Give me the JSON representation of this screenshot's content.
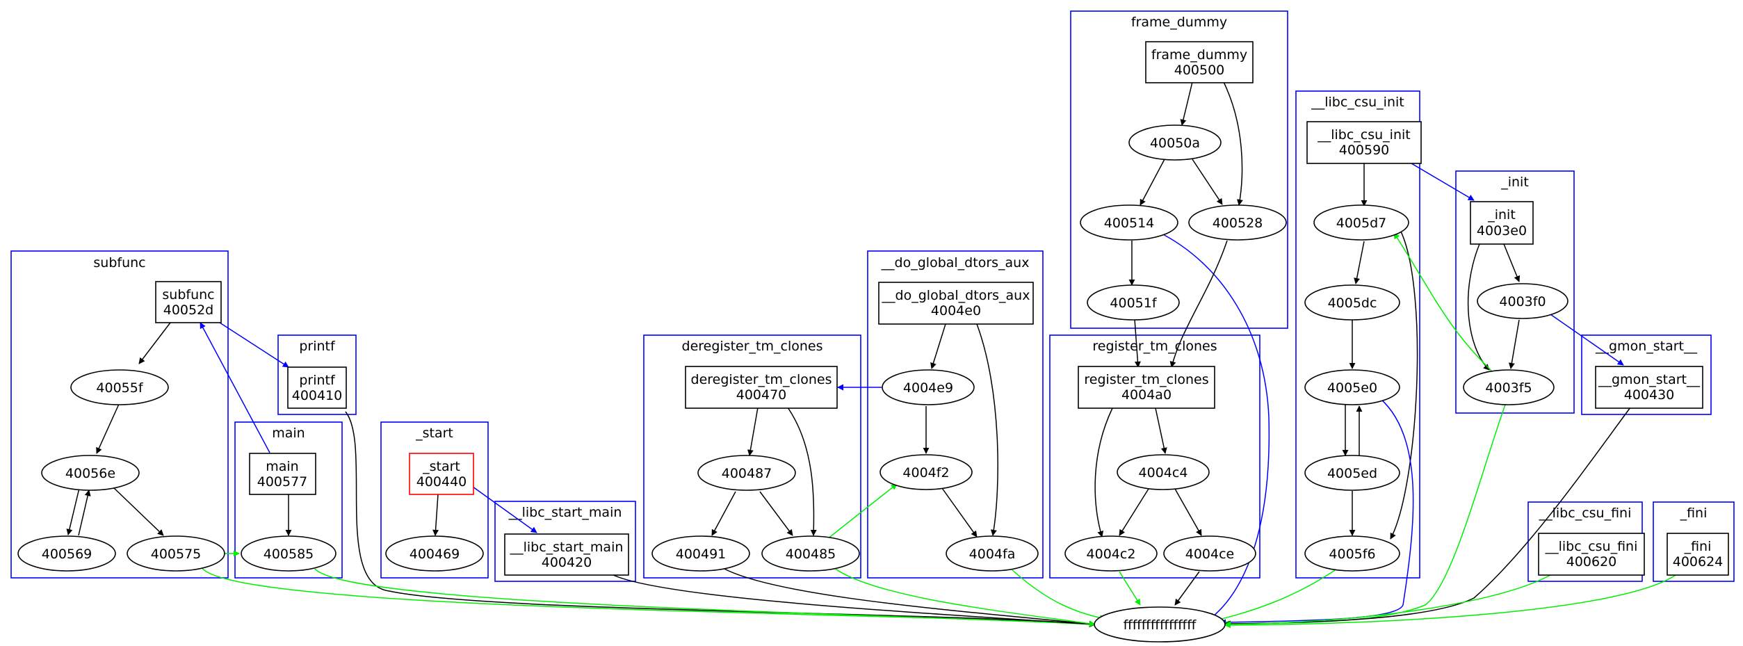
{
  "colors": {
    "cluster": "#0000ff",
    "edge_black": "#000000",
    "edge_blue": "#0000ff",
    "edge_green": "#00ee00",
    "entry_node": "#ff0000"
  },
  "clusters": {
    "subfunc": "subfunc",
    "printf": "printf",
    "main": "main",
    "start": "_start",
    "libc_start_main": "__libc_start_main",
    "deregister_tm_clones": "deregister_tm_clones",
    "do_global_dtors_aux": "__do_global_dtors_aux",
    "frame_dummy": "frame_dummy",
    "register_tm_clones": "register_tm_clones",
    "libc_csu_init": "__libc_csu_init",
    "init": "_init",
    "gmon_start": "__gmon_start__",
    "libc_csu_fini": "__libc_csu_fini",
    "fini": "_fini"
  },
  "nodes": {
    "subfunc": [
      "subfunc",
      "40052d"
    ],
    "n40055f": "40055f",
    "n40056e": "40056e",
    "n400569": "400569",
    "n400575": "400575",
    "printf": [
      "printf",
      "400410"
    ],
    "main": [
      "main",
      "400577"
    ],
    "n400585": "400585",
    "start": [
      "_start",
      "400440"
    ],
    "n400469": "400469",
    "libc_start_main": [
      "__libc_start_main",
      "400420"
    ],
    "deregister": [
      "deregister_tm_clones",
      "400470"
    ],
    "n400487": "400487",
    "n400491": "400491",
    "n400485": "400485",
    "dtors": [
      "__do_global_dtors_aux",
      "4004e0"
    ],
    "n4004e9": "4004e9",
    "n4004f2": "4004f2",
    "n4004fa": "4004fa",
    "frame_dummy": [
      "frame_dummy",
      "400500"
    ],
    "n40050a": "40050a",
    "n400514": "400514",
    "n400528": "400528",
    "n40051f": "40051f",
    "register": [
      "register_tm_clones",
      "4004a0"
    ],
    "n4004c4": "4004c4",
    "n4004c2": "4004c2",
    "n4004ce": "4004ce",
    "csu_init": [
      "__libc_csu_init",
      "400590"
    ],
    "n4005d7": "4005d7",
    "n4005dc": "4005dc",
    "n4005e0": "4005e0",
    "n4005ed": "4005ed",
    "n4005f6": "4005f6",
    "init": [
      "_init",
      "4003e0"
    ],
    "n4003f0": "4003f0",
    "n4003f5": "4003f5",
    "gmon": [
      "__gmon_start__",
      "400430"
    ],
    "csu_fini": [
      "__libc_csu_fini",
      "400620"
    ],
    "fini": [
      "_fini",
      "400624"
    ],
    "sink": "ffffffffffffffff"
  },
  "edges": [
    {
      "from": "subfunc",
      "to": "n40055f",
      "color": "black"
    },
    {
      "from": "subfunc",
      "to": "printf",
      "color": "blue"
    },
    {
      "from": "n40055f",
      "to": "n40056e",
      "color": "black"
    },
    {
      "from": "n40056e",
      "to": "n400569",
      "color": "black"
    },
    {
      "from": "n400569",
      "to": "n40056e",
      "color": "black"
    },
    {
      "from": "n40056e",
      "to": "n400575",
      "color": "black"
    },
    {
      "from": "n400575",
      "to": "n400585",
      "color": "green"
    },
    {
      "from": "n400575",
      "to": "sink",
      "color": "green"
    },
    {
      "from": "printf",
      "to": "sink",
      "color": "black"
    },
    {
      "from": "main",
      "to": "n400585",
      "color": "black"
    },
    {
      "from": "main",
      "to": "subfunc",
      "color": "blue"
    },
    {
      "from": "n400585",
      "to": "sink",
      "color": "green"
    },
    {
      "from": "start",
      "to": "n400469",
      "color": "black"
    },
    {
      "from": "start",
      "to": "libc_start_main",
      "color": "blue"
    },
    {
      "from": "libc_start_main",
      "to": "sink",
      "color": "black"
    },
    {
      "from": "deregister",
      "to": "n400487",
      "color": "black"
    },
    {
      "from": "deregister",
      "to": "n400485",
      "color": "black"
    },
    {
      "from": "n400487",
      "to": "n400491",
      "color": "black"
    },
    {
      "from": "n400487",
      "to": "n400485",
      "color": "black"
    },
    {
      "from": "n400491",
      "to": "sink",
      "color": "black"
    },
    {
      "from": "n400485",
      "to": "n4004f2",
      "color": "green"
    },
    {
      "from": "n400485",
      "to": "sink",
      "color": "green"
    },
    {
      "from": "dtors",
      "to": "n4004e9",
      "color": "black"
    },
    {
      "from": "dtors",
      "to": "n4004fa",
      "color": "black"
    },
    {
      "from": "n4004e9",
      "to": "n4004f2",
      "color": "black"
    },
    {
      "from": "n4004e9",
      "to": "deregister",
      "color": "blue"
    },
    {
      "from": "n4004f2",
      "to": "n4004fa",
      "color": "black"
    },
    {
      "from": "n4004fa",
      "to": "sink",
      "color": "green"
    },
    {
      "from": "frame_dummy",
      "to": "n40050a",
      "color": "black"
    },
    {
      "from": "frame_dummy",
      "to": "n400528",
      "color": "black"
    },
    {
      "from": "n40050a",
      "to": "n400514",
      "color": "black"
    },
    {
      "from": "n40050a",
      "to": "n400528",
      "color": "black"
    },
    {
      "from": "n400514",
      "to": "n40051f",
      "color": "black"
    },
    {
      "from": "n400514",
      "to": "sink",
      "color": "blue"
    },
    {
      "from": "n40051f",
      "to": "register",
      "color": "black"
    },
    {
      "from": "n400528",
      "to": "register",
      "color": "black"
    },
    {
      "from": "register",
      "to": "n4004c4",
      "color": "black"
    },
    {
      "from": "register",
      "to": "n4004c2",
      "color": "black"
    },
    {
      "from": "n4004c4",
      "to": "n4004c2",
      "color": "black"
    },
    {
      "from": "n4004c4",
      "to": "n4004ce",
      "color": "black"
    },
    {
      "from": "n4004c2",
      "to": "sink",
      "color": "green"
    },
    {
      "from": "n4004ce",
      "to": "sink",
      "color": "black"
    },
    {
      "from": "csu_init",
      "to": "n4005d7",
      "color": "black"
    },
    {
      "from": "csu_init",
      "to": "init",
      "color": "blue"
    },
    {
      "from": "n4005d7",
      "to": "n4005dc",
      "color": "black"
    },
    {
      "from": "n4005d7",
      "to": "n4005f6",
      "color": "black"
    },
    {
      "from": "n4005dc",
      "to": "n4005e0",
      "color": "black"
    },
    {
      "from": "n4005e0",
      "to": "n4005ed",
      "color": "black"
    },
    {
      "from": "n4005ed",
      "to": "n4005e0",
      "color": "black"
    },
    {
      "from": "n4005ed",
      "to": "n4005f6",
      "color": "black"
    },
    {
      "from": "n4005e0",
      "to": "sink",
      "color": "blue"
    },
    {
      "from": "n4005f6",
      "to": "sink",
      "color": "green"
    },
    {
      "from": "init",
      "to": "n4003f0",
      "color": "black"
    },
    {
      "from": "init",
      "to": "n4003f5",
      "color": "black"
    },
    {
      "from": "n4003f0",
      "to": "n4003f5",
      "color": "black"
    },
    {
      "from": "n4003f0",
      "to": "gmon",
      "color": "blue"
    },
    {
      "from": "n4003f5",
      "to": "n4005d7",
      "color": "green"
    },
    {
      "from": "n4003f5",
      "to": "sink",
      "color": "green"
    },
    {
      "from": "gmon",
      "to": "sink",
      "color": "black"
    },
    {
      "from": "csu_fini",
      "to": "sink",
      "color": "green"
    },
    {
      "from": "fini",
      "to": "sink",
      "color": "green"
    }
  ]
}
